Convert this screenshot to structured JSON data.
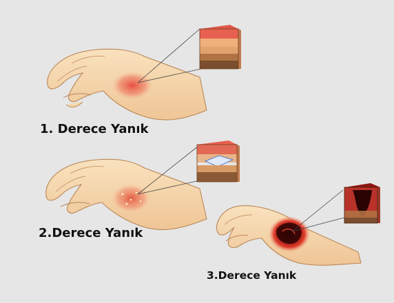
{
  "figure": {
    "panels": [
      {
        "label": "1. Derece Yanık",
        "burn_color": "#e8473a"
      },
      {
        "label": "2.Derece Yanık",
        "burn_color": "#e2533c"
      },
      {
        "label": "3.Derece Yanık",
        "burn_color": "#7a0d0a"
      }
    ],
    "colors": {
      "background": "#e6e6e6",
      "skin": "#f6d7ad",
      "skin_shadow": "#e9bd8c",
      "dermis": "#e2a36e",
      "subcutis": "#8a5a36",
      "burn": "#e8473a"
    }
  }
}
